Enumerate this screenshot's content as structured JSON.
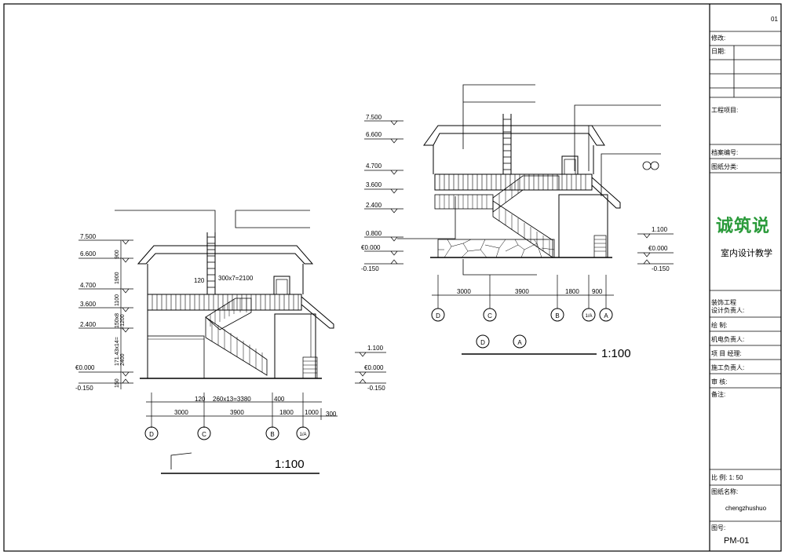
{
  "drawing_left": {
    "levels": [
      "7.500",
      "6.600",
      "4.700",
      "3.600",
      "2.400",
      "€0.000",
      "-0.150"
    ],
    "vertical_dims": [
      "900",
      "1900",
      "1100",
      "150x8",
      "=1200",
      "171.43x14=",
      "2400",
      "150"
    ],
    "right_levels": [
      "1.100",
      "€0.000",
      "-0.150"
    ],
    "horizontal_dims": [
      "3000",
      "3900",
      "1800",
      "1000",
      "300"
    ],
    "sub_dims": [
      "120",
      "260x13=3380",
      "400"
    ],
    "top_dims": [
      "120",
      "300x7=2100"
    ],
    "axes": [
      "D",
      "C",
      "B",
      "1/A"
    ],
    "scale": "1:100"
  },
  "drawing_right": {
    "levels": [
      "7.500",
      "6.600",
      "4.700",
      "3.600",
      "2.400",
      "0.800",
      "€0.000",
      "-0.150"
    ],
    "right_levels": [
      "1.100",
      "€0.000",
      "-0.150"
    ],
    "horizontal_dims": [
      "3000",
      "3900",
      "1800",
      "900"
    ],
    "axes": [
      "D",
      "C",
      "B",
      "1/A",
      "A"
    ],
    "section_marks": [
      "D",
      "A"
    ],
    "scale": "1:100"
  },
  "title_block": {
    "sheet_no": "01",
    "modify": "修改:",
    "date": "日期:",
    "project": "工程项目:",
    "archive_no": "档案编号:",
    "drawing_class": "图纸分类:",
    "logo_text": "诚筑说",
    "org": "室内设计教学",
    "engineering": "装饰工程",
    "designer": "设计负责人:",
    "drawn": "绘      制:",
    "mech_elec": "机电负责人:",
    "pm": "项 目 经理:",
    "construction": "施工负责人:",
    "review": "审      核:",
    "remarks": "备注:",
    "scale_label": "比      例:  1: 50",
    "drawing_name_label": "图纸名称:",
    "drawing_name": "chengzhushuo",
    "drawing_no_label": "图号:",
    "drawing_no": "PM-01"
  }
}
